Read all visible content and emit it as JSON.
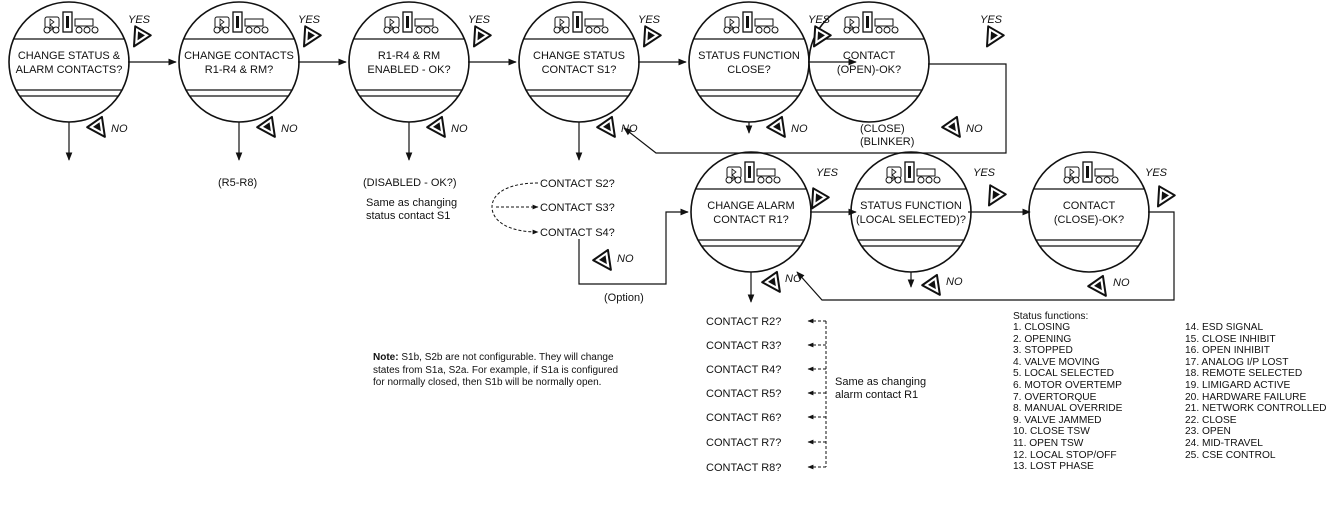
{
  "screens": [
    {
      "line1": "CHANGE STATUS &",
      "line2": "ALARM CONTACTS?"
    },
    {
      "line1": "CHANGE CONTACTS",
      "line2": "R1-R4 & RM?"
    },
    {
      "line1": "R1-R4 & RM",
      "line2": "ENABLED - OK?"
    },
    {
      "line1": "CHANGE STATUS",
      "line2": "CONTACT S1?"
    },
    {
      "line1": "STATUS FUNCTION",
      "line2": "CLOSE?"
    },
    {
      "line1": "CONTACT",
      "line2": "(OPEN)-OK?"
    },
    {
      "line1": "CHANGE ALARM",
      "line2": "CONTACT R1?"
    },
    {
      "line1": "STATUS FUNCTION",
      "line2": "(LOCAL SELECTED)?"
    },
    {
      "line1": "CONTACT",
      "line2": "(CLOSE)-OK?"
    }
  ],
  "yes_label": "YES",
  "no_label": "NO",
  "labels": {
    "r5_r8": "(R5-R8)",
    "disabled_ok": "(DISABLED - OK?)",
    "same_s1_line1": "Same as changing",
    "same_s1_line2": "status contact S1",
    "close_blinker_line1": "(CLOSE)",
    "close_blinker_line2": "(BLINKER)",
    "option": "(Option)",
    "same_r1_line1": "Same as changing",
    "same_r1_line2": "alarm contact R1"
  },
  "s_contacts": [
    "CONTACT S2?",
    "CONTACT S3?",
    "CONTACT S4?"
  ],
  "r_contacts": [
    "CONTACT R2?",
    "CONTACT R3?",
    "CONTACT R4?",
    "CONTACT R5?",
    "CONTACT R6?",
    "CONTACT R7?",
    "CONTACT R8?"
  ],
  "note": {
    "bold": "Note:",
    "text": " S1b, S2b are not configurable. They will change states from S1a, S2a.  For example, if S1a is configured for normally closed, then S1b will be normally open."
  },
  "status_functions": {
    "title": "Status functions:",
    "col1": [
      "1. CLOSING",
      "2. OPENING",
      "3. STOPPED",
      "4. VALVE MOVING",
      "5. LOCAL SELECTED",
      "6. MOTOR OVERTEMP",
      "7. OVERTORQUE",
      "8. MANUAL OVERRIDE",
      "9. VALVE JAMMED",
      "10. CLOSE TSW",
      "11. OPEN TSW",
      "12. LOCAL STOP/OFF",
      "13. LOST PHASE"
    ],
    "col2": [
      "14. ESD SIGNAL",
      "15. CLOSE INHIBIT",
      "16. OPEN INHIBIT",
      "17. ANALOG I/P LOST",
      "18. REMOTE SELECTED",
      "19. LIMIGARD ACTIVE",
      "20. HARDWARE FAILURE",
      "21. NETWORK CONTROLLED",
      "22. CLOSE",
      "23. OPEN",
      "24. MID-TRAVEL",
      "25. CSE CONTROL"
    ]
  }
}
